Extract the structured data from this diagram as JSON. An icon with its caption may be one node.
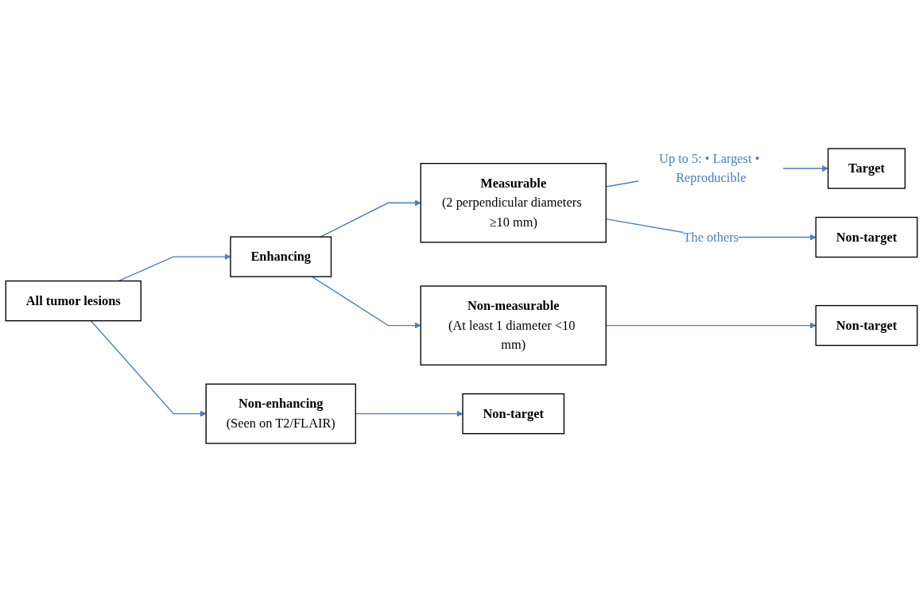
{
  "diagram": {
    "nodes": [
      {
        "text": [
          "All tumor lesions"
        ]
      },
      {
        "text": [
          "Enhancing"
        ]
      },
      {
        "text": [
          "Measurable",
          "(2 perpendicular diameters ≥10 mm)"
        ]
      },
      {
        "text": [
          "Non-measurable",
          "(At least 1 diameter <10 mm)"
        ]
      },
      {
        "text": [
          "Non-enhancing",
          "(Seen on T2/FLAIR)"
        ]
      },
      {
        "text": [
          "Target"
        ]
      },
      {
        "text": [
          "Non-target"
        ]
      },
      {
        "text": [
          "Non-target"
        ]
      },
      {
        "text": [
          "Non-target"
        ]
      }
    ],
    "edges": [
      {
        "from": 0,
        "to": 1,
        "arrow": "to"
      },
      {
        "from": 0,
        "to": 4,
        "arrow": "to"
      },
      {
        "from": 1,
        "to": 2,
        "arrow": "to"
      },
      {
        "from": 1,
        "to": 3,
        "arrow": "to"
      },
      {
        "from": 2,
        "to": 5,
        "arrow": "to",
        "label": "Up to 5: • Largest • Reproducible"
      },
      {
        "from": 2,
        "to": 6,
        "arrow": "to",
        "label": "The others"
      },
      {
        "from": 3,
        "to": 7,
        "arrow": "to"
      },
      {
        "from": 4,
        "to": 8,
        "arrow": "to"
      }
    ]
  }
}
